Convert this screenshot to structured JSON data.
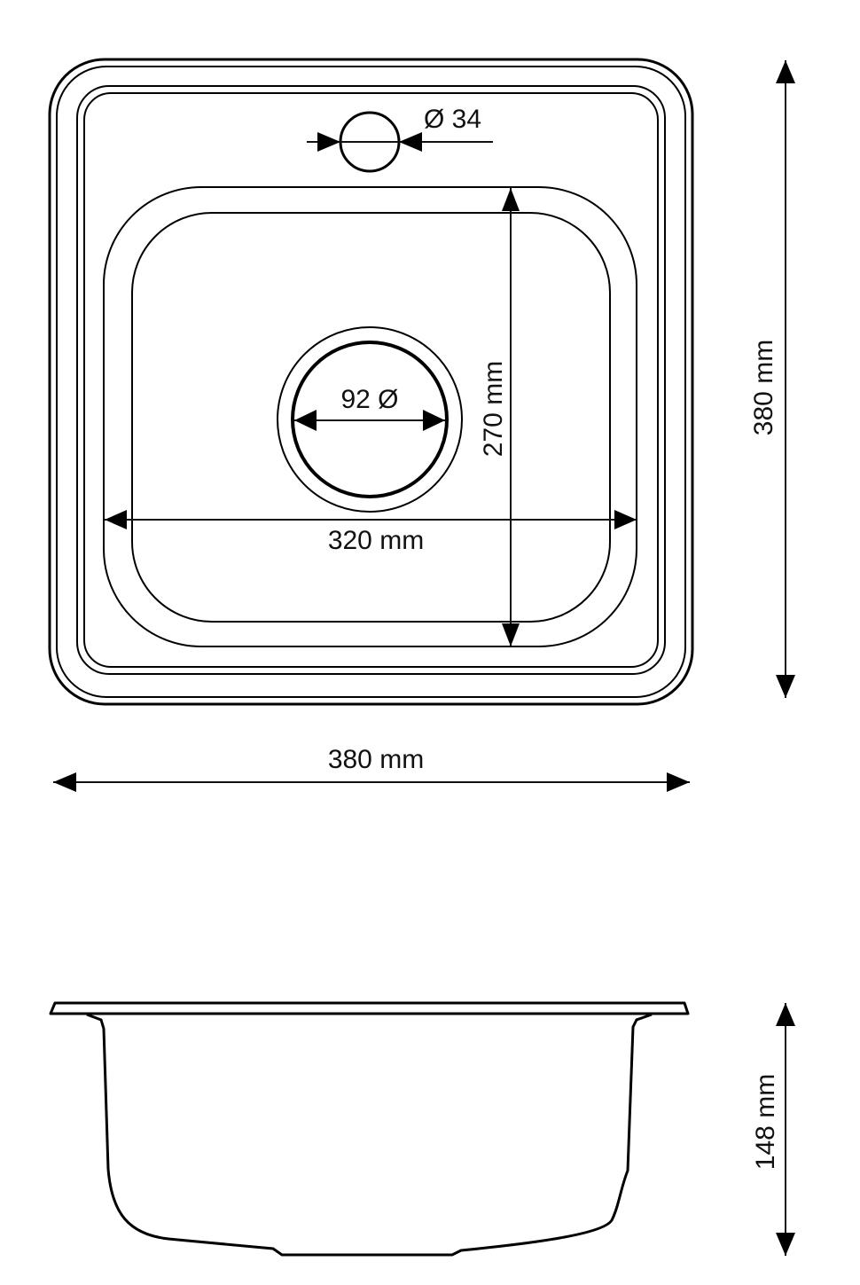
{
  "drawing": {
    "type": "technical-drawing",
    "subject": "square kitchen sink",
    "units": "mm",
    "colors": {
      "line": "#000000",
      "background": "#ffffff"
    }
  },
  "top_view": {
    "tap_hole": {
      "label": "Ø 34",
      "diameter_mm": 34
    },
    "drain_hole": {
      "label": "92 Ø",
      "diameter_mm": 92
    },
    "bowl_width": {
      "label": "320 mm",
      "value_mm": 320
    },
    "bowl_length": {
      "label": "270 mm",
      "value_mm": 270
    },
    "overall_depth": {
      "label": "380 mm",
      "value_mm": 380
    },
    "overall_width": {
      "label": "380 mm",
      "value_mm": 380
    }
  },
  "side_view": {
    "height": {
      "label": "148 mm",
      "value_mm": 148
    }
  }
}
